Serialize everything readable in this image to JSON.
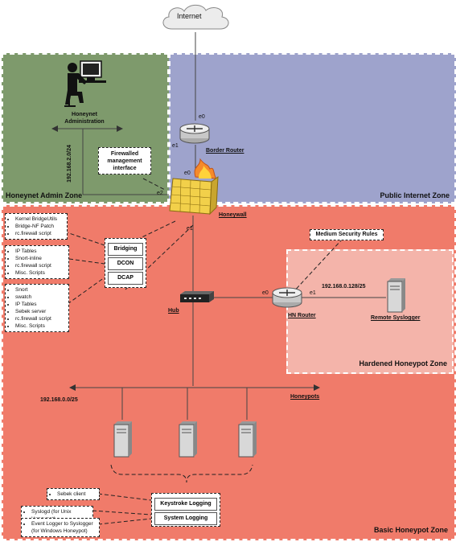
{
  "internet_label": "Internet",
  "zones": {
    "admin": "Honeynet Admin Zone",
    "public": "Public Internet Zone",
    "hardened": "Hardened Honeypot Zone",
    "basic": "Basic Honeypot Zone"
  },
  "admin": {
    "title": "Honeynet Administration",
    "subnet": "192.168.2.0/24",
    "mgmt_interface": "Firewalled management interface"
  },
  "border_router": {
    "label": "Border Router",
    "e0": "e0",
    "e1": "e1"
  },
  "honeywall": {
    "label": "Honeywall",
    "e0": "e0",
    "e1": "e1",
    "e2": "e2"
  },
  "hub": {
    "label": "Hub"
  },
  "hn_router": {
    "label": "HN Router",
    "e0": "e0",
    "e1": "e1",
    "subnet": "192.168.0.128/25"
  },
  "medium_rules": "Medium Security Rules",
  "remote_syslogger": "Remote Syslogger",
  "honeypots": {
    "label": "Honeypots",
    "subnet": "192.168.0.0/25"
  },
  "honeywall_modules": [
    "Bridging",
    "DCON",
    "DCAP"
  ],
  "bridging_features": [
    "Kernel BridgeUtils",
    "Bridge-NF Patch",
    "rc.firewall script"
  ],
  "dcon_features": [
    "IP Tables",
    "Snort-inline",
    "rc.firewall script",
    "Misc. Scripts"
  ],
  "dcap_features": [
    "Snort",
    "swatch",
    "IP Tables",
    "Sebek server",
    "rc.firewall script",
    "Misc. Scripts"
  ],
  "logging_modules": [
    "Keystroke Logging",
    "System Logging"
  ],
  "sebek_client": "Sebek client",
  "syslog_features": [
    "Syslogd (for Unix Honeypot)",
    "Event Logger to Syslogger (for Windows Honeypot)"
  ],
  "colors": {
    "admin_zone": "#7e9a6c",
    "public_zone": "#9ea3cc",
    "basic_zone": "#f07b6a",
    "hardened_zone": "#f4b4aa",
    "firewall": "#f2d04a"
  }
}
